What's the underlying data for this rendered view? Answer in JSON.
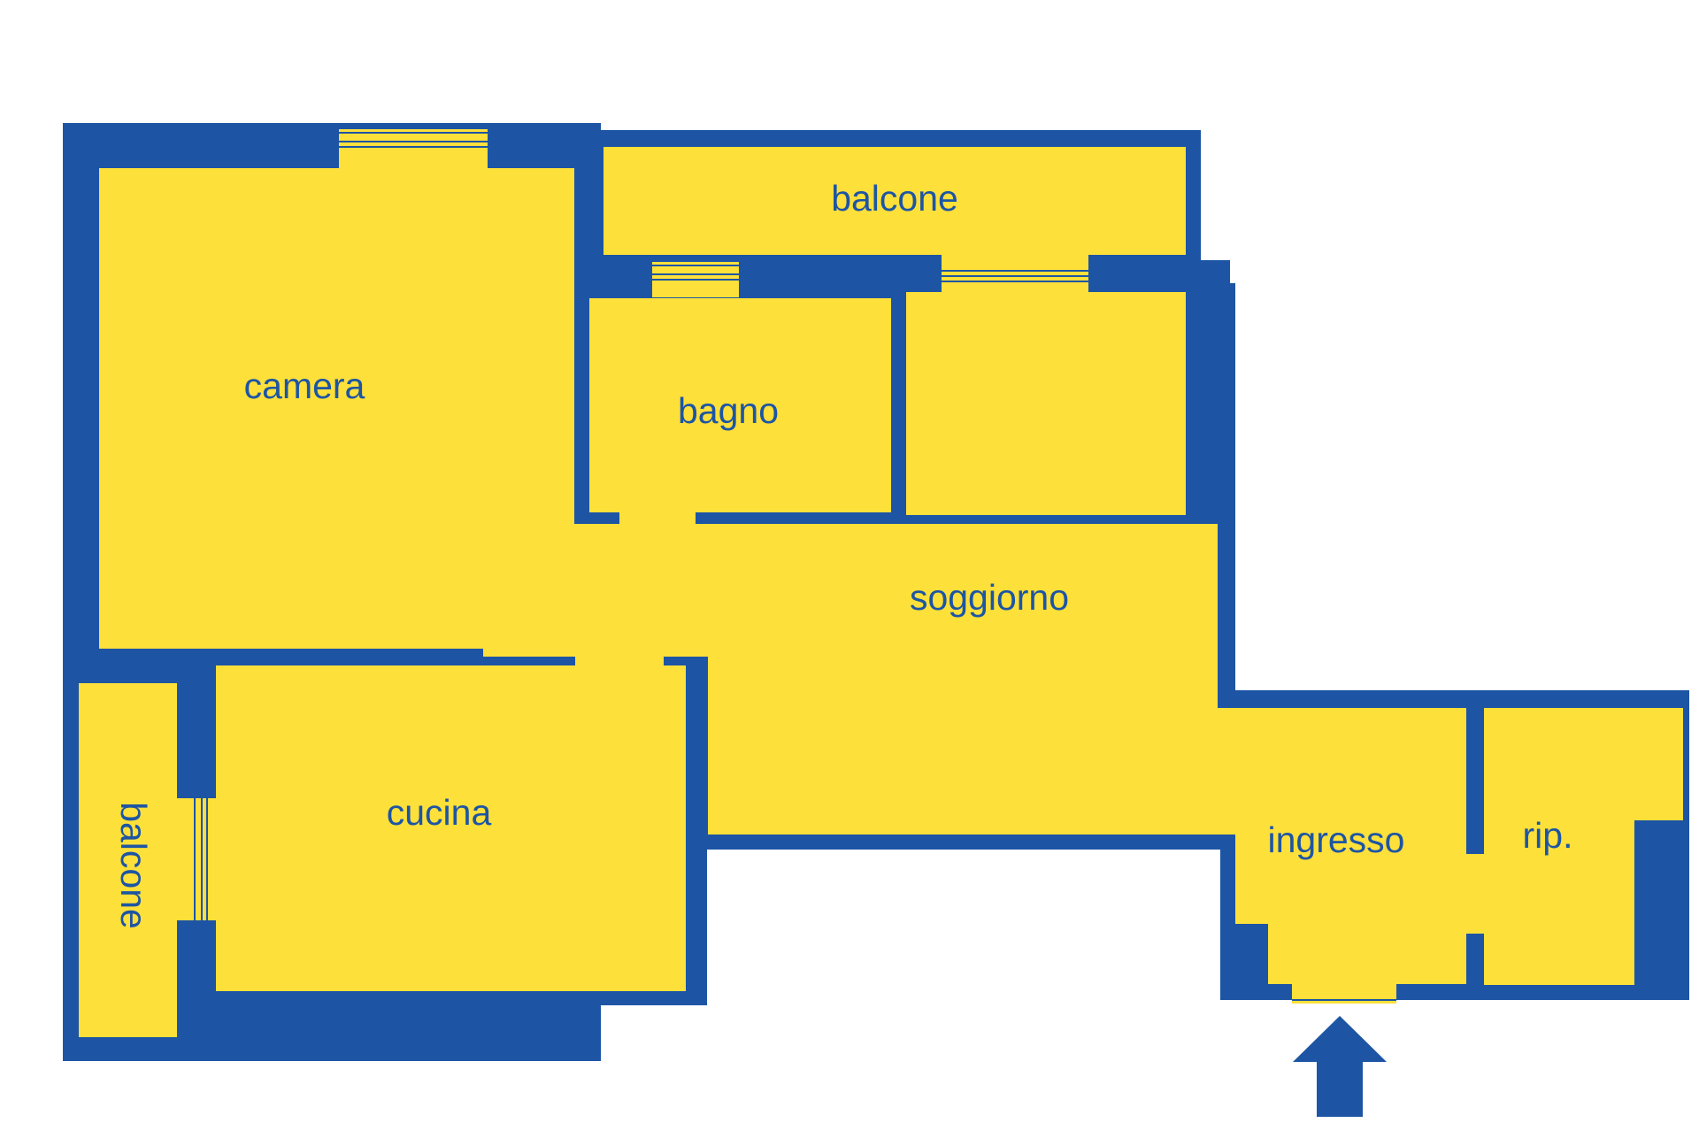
{
  "plan": {
    "rooms": {
      "balcony_top": "balcone",
      "camera": "camera",
      "bagno": "bagno",
      "soggiorno": "soggiorno",
      "cucina": "cucina",
      "balcony_left": "balcone",
      "ingresso": "ingresso",
      "rip": "rip."
    },
    "colors": {
      "wall": "#1d55a4",
      "floor": "#fde03a",
      "background": "#ffffff"
    },
    "icons": {
      "entrance": "entrance-arrow-icon"
    }
  }
}
